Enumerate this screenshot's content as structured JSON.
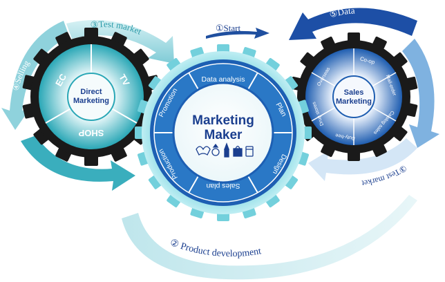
{
  "colors": {
    "cyan_light": "#cfeef2",
    "cyan_mid": "#7fd3de",
    "teal": "#1fa6b4",
    "teal_dark": "#157f8b",
    "blue": "#1f63b5",
    "navy": "#1b3f8f",
    "gear_black": "#1a1a1a"
  },
  "flow": {
    "start": "①Start",
    "product_development": "② Product development"
  },
  "left_cycle": {
    "test_market": "③Test market",
    "selling": "④Selling",
    "data": "⑤ Data",
    "gear": {
      "center_line1": "Direct",
      "center_line2": "Marketing",
      "segments": [
        "EC",
        "TV",
        "SHOP"
      ]
    }
  },
  "center_gear": {
    "title_line1": "Marketing",
    "title_line2": "Maker",
    "ring": [
      "Data analysis",
      "Plan",
      "Design",
      "Sales plan",
      "Production",
      "Promotion"
    ],
    "icons": [
      "bra-icon",
      "ring-icon",
      "lipstick-icon",
      "handbag-icon",
      "jar-icon"
    ]
  },
  "right_cycle": {
    "data": "⑤Data",
    "selling": "④Selling",
    "test_market": "③Test market",
    "gear": {
      "center_line1": "Sales",
      "center_line2": "Marketing",
      "segments": [
        "Co-op",
        "Mail-order",
        "Catalog sales",
        "Duty-free",
        "Drug stores",
        "Overseas"
      ]
    }
  }
}
